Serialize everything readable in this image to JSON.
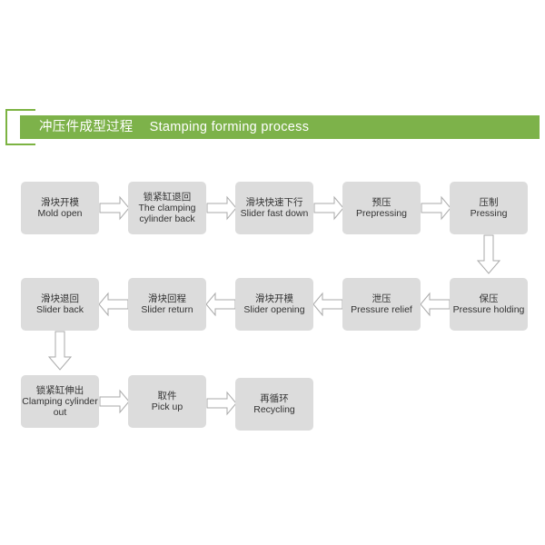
{
  "header": {
    "title_zh": "冲压件成型过程",
    "title_en": "Stamping forming process"
  },
  "steps": [
    {
      "zh": "滑块开模",
      "en": "Mold open"
    },
    {
      "zh": "锁紧缸退回",
      "en": "The clamping cylinder back"
    },
    {
      "zh": "滑块快速下行",
      "en": "Slider fast down"
    },
    {
      "zh": "预压",
      "en": "Prepressing"
    },
    {
      "zh": "压制",
      "en": "Pressing"
    },
    {
      "zh": "保压",
      "en": "Pressure holding"
    },
    {
      "zh": "泄压",
      "en": "Pressure relief"
    },
    {
      "zh": "滑块开模",
      "en": "Slider opening"
    },
    {
      "zh": "滑块回程",
      "en": "Slider return"
    },
    {
      "zh": "滑块退回",
      "en": "Slider back"
    },
    {
      "zh": "锁紧缸伸出",
      "en": "Clamping cylinder out"
    },
    {
      "zh": "取件",
      "en": "Pick up"
    },
    {
      "zh": "再循环",
      "en": "Recycling"
    }
  ],
  "colors": {
    "accent": "#7db24a",
    "box": "#dcdcdc"
  }
}
